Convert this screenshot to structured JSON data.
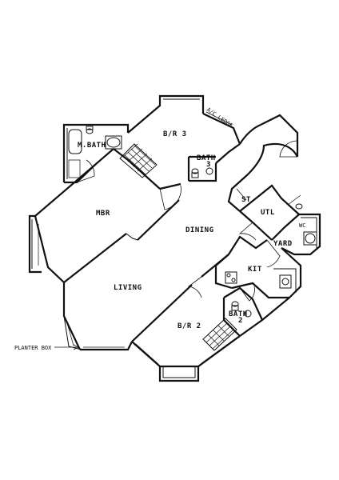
{
  "rooms": {
    "master_bath": "M.BATH",
    "bedroom3": "B/R 3",
    "ac_ledge": "A/C LEDGE",
    "bath3_name": "BATH",
    "bath3_num": "3",
    "mbr": "MBR",
    "st": "ST",
    "utl": "UTL",
    "dining": "DINING",
    "wc": "WC",
    "yard": "YARD",
    "kit": "KIT",
    "living": "LIVING",
    "bath2_name": "BATH",
    "bath2_num": "2",
    "bedroom2": "B/R 2"
  },
  "annotations": {
    "planter_box": "PLANTER BOX"
  }
}
